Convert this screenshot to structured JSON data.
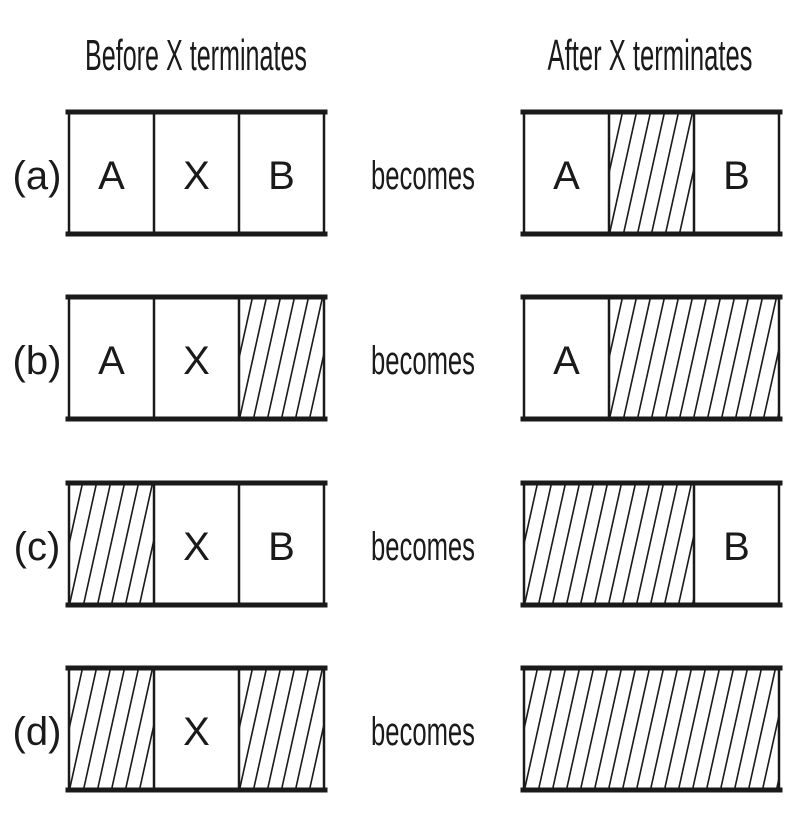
{
  "headers": {
    "before": "Before X terminates",
    "after": "After X terminates"
  },
  "connector_label": "becomes",
  "rows": [
    {
      "label": "(a)",
      "before": [
        {
          "type": "process",
          "text": "A"
        },
        {
          "type": "process",
          "text": "X"
        },
        {
          "type": "process",
          "text": "B"
        }
      ],
      "after": [
        {
          "type": "process",
          "text": "A",
          "span": 1
        },
        {
          "type": "hole",
          "span": 1
        },
        {
          "type": "process",
          "text": "B",
          "span": 1
        }
      ]
    },
    {
      "label": "(b)",
      "before": [
        {
          "type": "process",
          "text": "A"
        },
        {
          "type": "process",
          "text": "X"
        },
        {
          "type": "hole"
        }
      ],
      "after": [
        {
          "type": "process",
          "text": "A",
          "span": 1
        },
        {
          "type": "hole",
          "span": 2
        }
      ]
    },
    {
      "label": "(c)",
      "before": [
        {
          "type": "hole"
        },
        {
          "type": "process",
          "text": "X"
        },
        {
          "type": "process",
          "text": "B"
        }
      ],
      "after": [
        {
          "type": "hole",
          "span": 2
        },
        {
          "type": "process",
          "text": "B",
          "span": 1
        }
      ]
    },
    {
      "label": "(d)",
      "before": [
        {
          "type": "hole"
        },
        {
          "type": "process",
          "text": "X"
        },
        {
          "type": "hole"
        }
      ],
      "after": [
        {
          "type": "hole",
          "span": 3
        }
      ]
    }
  ]
}
